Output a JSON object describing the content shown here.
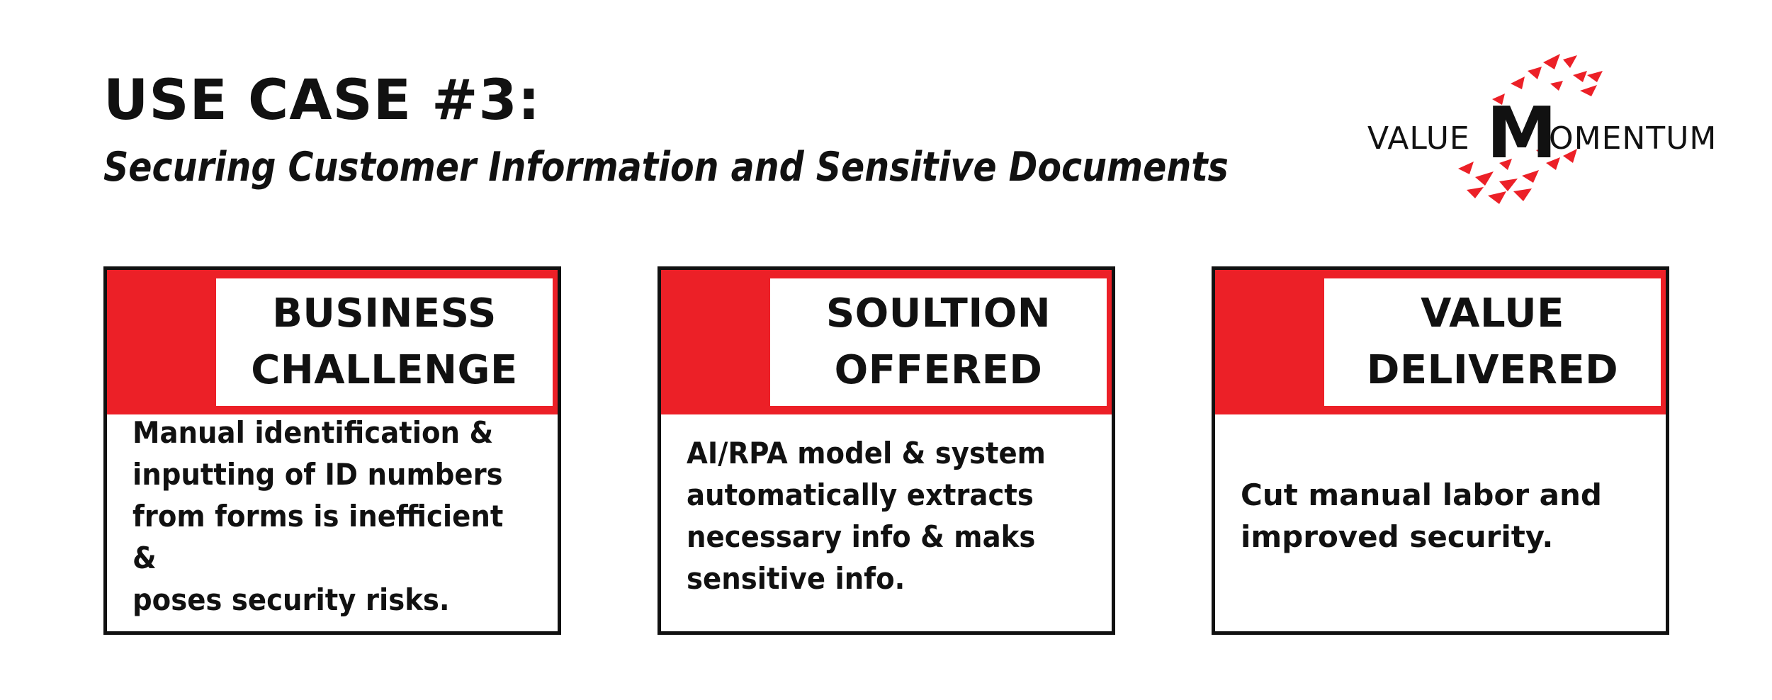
{
  "heading": {
    "title": "USE CASE #3:",
    "subtitle": "Securing Customer Information and Sensitive Documents"
  },
  "logo": {
    "text_pre": "VALUE",
    "text_big": "M",
    "text_post": "OMENTUM",
    "accent_color": "#ec2027"
  },
  "cards": [
    {
      "title_line1": "BUSINESS",
      "title_line2": "CHALLENGE",
      "body": "Manual identification &\ninputting of ID numbers\nfrom forms is inefficient &\nposes security risks."
    },
    {
      "title_line1": "SOULTION",
      "title_line2": "OFFERED",
      "body": "AI/RPA model & system\nautomatically extracts\nnecessary info & maks\nsensitive info."
    },
    {
      "title_line1": "VALUE",
      "title_line2": "DELIVERED",
      "body": "Cut manual labor and\nimproved security."
    }
  ],
  "colors": {
    "accent": "#ec2027",
    "text": "#111111",
    "background": "#ffffff"
  }
}
